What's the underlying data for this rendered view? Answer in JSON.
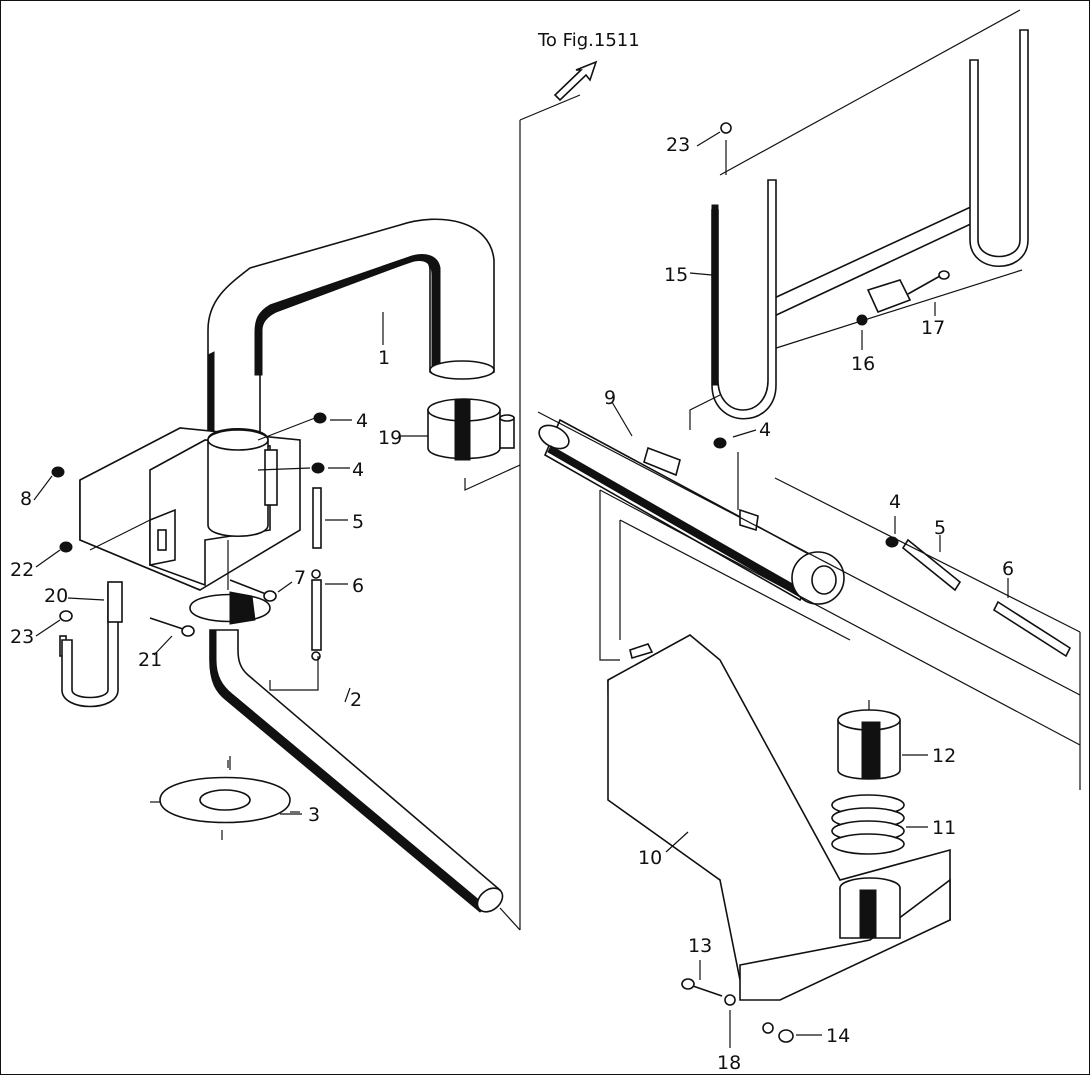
{
  "diagram": {
    "reference_text": "To Fig.1511",
    "callouts": [
      {
        "id": "c1",
        "label": "1"
      },
      {
        "id": "c2",
        "label": "2"
      },
      {
        "id": "c3",
        "label": "3"
      },
      {
        "id": "c4a",
        "label": "4"
      },
      {
        "id": "c4b",
        "label": "4"
      },
      {
        "id": "c4c",
        "label": "4"
      },
      {
        "id": "c4d",
        "label": "4"
      },
      {
        "id": "c5a",
        "label": "5"
      },
      {
        "id": "c5b",
        "label": "5"
      },
      {
        "id": "c6a",
        "label": "6"
      },
      {
        "id": "c6b",
        "label": "6"
      },
      {
        "id": "c7",
        "label": "7"
      },
      {
        "id": "c8",
        "label": "8"
      },
      {
        "id": "c9",
        "label": "9"
      },
      {
        "id": "c10",
        "label": "10"
      },
      {
        "id": "c11",
        "label": "11"
      },
      {
        "id": "c12",
        "label": "12"
      },
      {
        "id": "c13",
        "label": "13"
      },
      {
        "id": "c14",
        "label": "14"
      },
      {
        "id": "c15",
        "label": "15"
      },
      {
        "id": "c16",
        "label": "16"
      },
      {
        "id": "c17",
        "label": "17"
      },
      {
        "id": "c18",
        "label": "18"
      },
      {
        "id": "c19",
        "label": "19"
      },
      {
        "id": "c20",
        "label": "20"
      },
      {
        "id": "c21",
        "label": "21"
      },
      {
        "id": "c22",
        "label": "22"
      },
      {
        "id": "c23a",
        "label": "23"
      },
      {
        "id": "c23b",
        "label": "23"
      }
    ]
  }
}
